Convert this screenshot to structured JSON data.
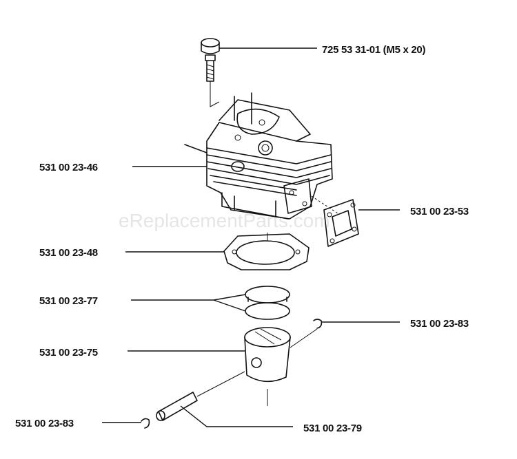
{
  "watermark": "eReplacementParts.com",
  "callouts": [
    {
      "id": "screw",
      "text": "725 53 31-01 (M5 x 20)"
    },
    {
      "id": "cylinder",
      "text": "531 00 23-46"
    },
    {
      "id": "exhaust-gasket",
      "text": "531 00 23-53"
    },
    {
      "id": "cylinder-gasket",
      "text": "531 00 23-48"
    },
    {
      "id": "piston-rings",
      "text": "531 00 23-77"
    },
    {
      "id": "circlip-right",
      "text": "531 00 23-83"
    },
    {
      "id": "piston",
      "text": "531 00 23-75"
    },
    {
      "id": "circlip-left",
      "text": "531 00 23-83"
    },
    {
      "id": "piston-pin",
      "text": "531 00 23-79"
    }
  ]
}
